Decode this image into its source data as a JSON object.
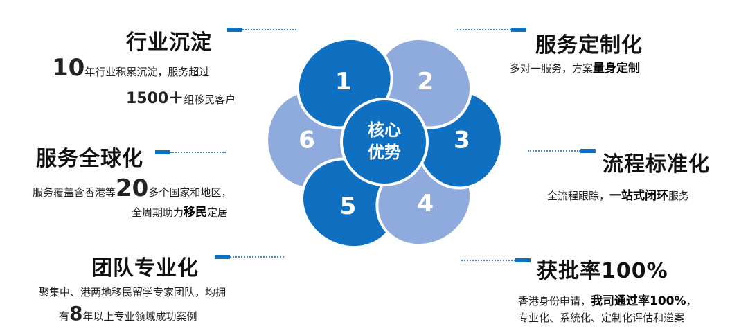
{
  "center": {
    "line1": "核心",
    "line2": "优势"
  },
  "petals": [
    {
      "num": "1",
      "tone": "dark"
    },
    {
      "num": "2",
      "tone": "light"
    },
    {
      "num": "3",
      "tone": "dark"
    },
    {
      "num": "4",
      "tone": "light"
    },
    {
      "num": "5",
      "tone": "dark"
    },
    {
      "num": "6",
      "tone": "light"
    }
  ],
  "colors": {
    "dark": "#0f6fc0",
    "light": "#8faadc"
  },
  "items": {
    "industry": {
      "title": "行业沉淀",
      "num1": "10",
      "text1": "年行业积累沉淀，服务超过",
      "num2": "1500＋",
      "text2": "组移民客户"
    },
    "custom": {
      "title": "服务定制化",
      "text": "多对一服务，方案",
      "bold": "量身定制"
    },
    "global": {
      "title": "服务全球化",
      "text1": "服务覆盖含香港等",
      "num": "20",
      "text2": "多个国家和地区，",
      "text3": "全周期助力",
      "bold": "移民",
      "text4": "定居"
    },
    "process": {
      "title": "流程标准化",
      "text1": "全流程跟踪，",
      "bold": "一站式闭环",
      "text2": "服务"
    },
    "team": {
      "title": "团队专业化",
      "text1": "聚集中、港两地移民留学专家团队，均拥",
      "pre": "有",
      "num": "8",
      "text2": "年以上专业领域成功案例"
    },
    "approval": {
      "title": "获批率100%",
      "text1": "香港身份申请，",
      "bold": "我司通过率100%",
      "text2": "，",
      "text3": "专业化、系统化、定制化评估和递案"
    }
  }
}
